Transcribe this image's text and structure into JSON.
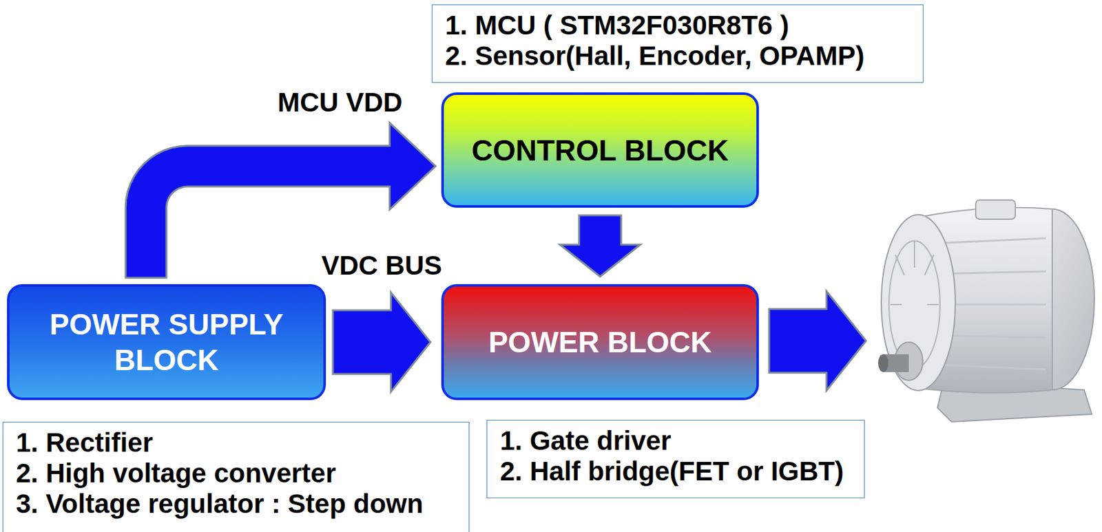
{
  "diagram": {
    "nodes": [
      {
        "text": [
          "1. MCU ( STM32F030R8T6 )",
          "2. Sensor(Hall, Encoder, OPAMP)"
        ]
      },
      {
        "text": [
          "CONTROL BLOCK"
        ]
      },
      {
        "text": [
          "POWER SUPPLY BLOCK"
        ]
      },
      {
        "text": [
          "POWER BLOCK"
        ]
      },
      {
        "text": [
          "1. Rectifier",
          "2. High voltage converter",
          "3. Voltage regulator : Step down"
        ]
      },
      {
        "text": [
          "1. Gate driver",
          "2. Half bridge(FET or IGBT)"
        ]
      }
    ],
    "edges": [
      {
        "from": 2,
        "to": 1,
        "arrow": "to",
        "label": "MCU VDD"
      },
      {
        "from": 2,
        "to": 3,
        "arrow": "to",
        "label": "VDC BUS"
      },
      {
        "from": 1,
        "to": 3,
        "arrow": "to"
      }
    ]
  }
}
